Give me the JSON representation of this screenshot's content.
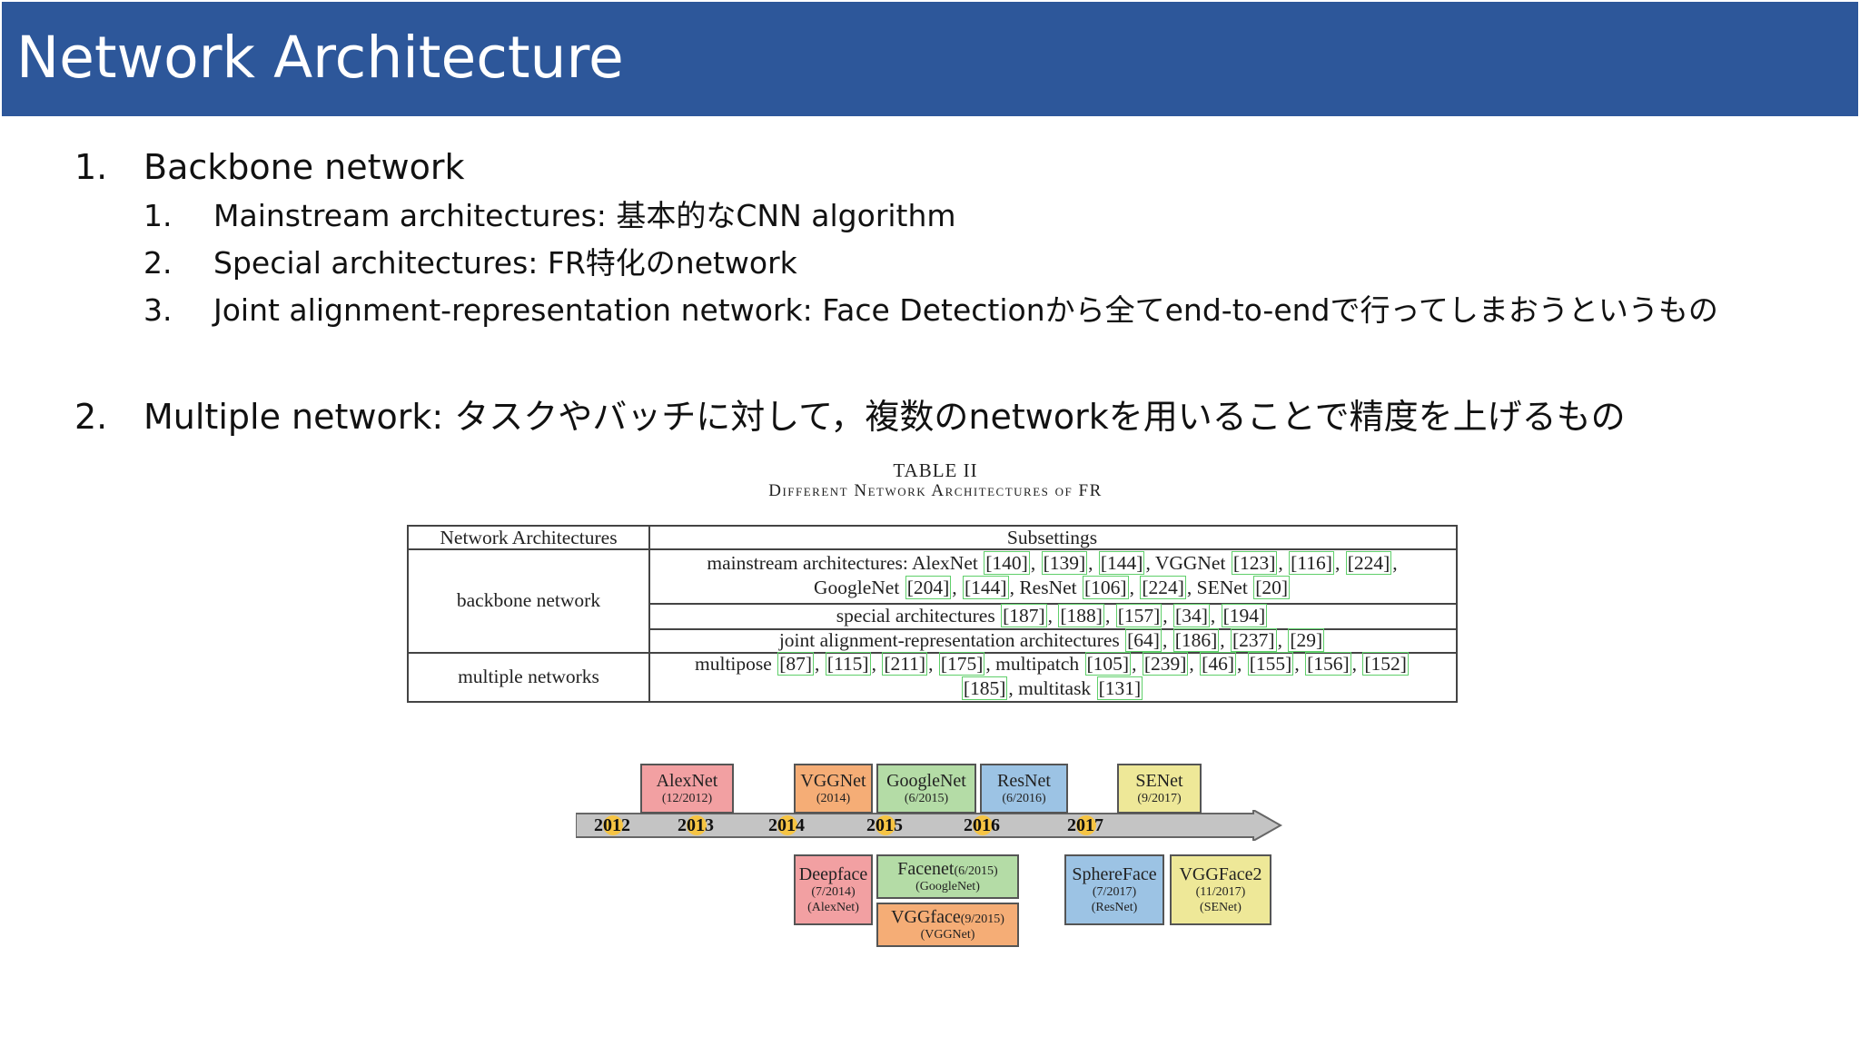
{
  "header": {
    "title": "Network Architecture"
  },
  "outline": {
    "item1": {
      "number": "1.",
      "label": "Backbone network",
      "subitems": [
        {
          "number": "1.",
          "label": "Mainstream architectures: 基本的なCNN algorithm"
        },
        {
          "number": "2.",
          "label": "Special architectures: FR特化のnetwork"
        },
        {
          "number": "3.",
          "label": "Joint alignment-representation network: Face Detectionから全てend-to-endで行ってしまおうというもの"
        }
      ]
    },
    "item2": {
      "number": "2.",
      "label": "Multiple network: タスクやバッチに対して，複数のnetworkを用いることで精度を上げるもの"
    }
  },
  "table": {
    "caption_title": "TABLE II",
    "caption_subtitle": "Different Network Architectures of FR",
    "headers": [
      "Network Architectures",
      "Subsettings"
    ],
    "rows": [
      {
        "category": "backbone network",
        "subsettings": [
          {
            "parts": [
              {
                "t": "mainstream architectures: AlexNet "
              },
              {
                "r": "[140]"
              },
              {
                "t": ", "
              },
              {
                "r": "[139]"
              },
              {
                "t": ", "
              },
              {
                "r": "[144]"
              },
              {
                "t": ", VGGNet "
              },
              {
                "r": "[123]"
              },
              {
                "t": ", "
              },
              {
                "r": "[116]"
              },
              {
                "t": ", "
              },
              {
                "r": "[224]"
              },
              {
                "t": ", "
              },
              {
                "br": true
              },
              {
                "t": "GoogleNet "
              },
              {
                "r": "[204]"
              },
              {
                "t": ", "
              },
              {
                "r": "[144]"
              },
              {
                "t": ", ResNet "
              },
              {
                "r": "[106]"
              },
              {
                "t": ", "
              },
              {
                "r": "[224]"
              },
              {
                "t": ", SENet "
              },
              {
                "r": "[20]"
              }
            ]
          },
          {
            "parts": [
              {
                "t": "special architectures "
              },
              {
                "r": "[187]"
              },
              {
                "t": ", "
              },
              {
                "r": "[188]"
              },
              {
                "t": ", "
              },
              {
                "r": "[157]"
              },
              {
                "t": ", "
              },
              {
                "r": "[34]"
              },
              {
                "t": ", "
              },
              {
                "r": "[194]"
              }
            ]
          },
          {
            "parts": [
              {
                "t": "joint alignment-representation architectures "
              },
              {
                "r": "[64]"
              },
              {
                "t": ", "
              },
              {
                "r": "[186]"
              },
              {
                "t": ", "
              },
              {
                "r": "[237]"
              },
              {
                "t": ", "
              },
              {
                "r": "[29]"
              }
            ]
          }
        ]
      },
      {
        "category": "multiple networks",
        "subsettings": [
          {
            "parts": [
              {
                "t": "multipose "
              },
              {
                "r": "[87]"
              },
              {
                "t": ", "
              },
              {
                "r": "[115]"
              },
              {
                "t": ", "
              },
              {
                "r": "[211]"
              },
              {
                "t": ", "
              },
              {
                "r": "[175]"
              },
              {
                "t": ", multipatch "
              },
              {
                "r": "[105]"
              },
              {
                "t": ", "
              },
              {
                "r": "[239]"
              },
              {
                "t": ", "
              },
              {
                "r": "[46]"
              },
              {
                "t": ", "
              },
              {
                "r": "[155]"
              },
              {
                "t": ", "
              },
              {
                "r": "[156]"
              },
              {
                "t": ", "
              },
              {
                "r": "[152]"
              },
              {
                "br": true
              },
              {
                "r": "[185]"
              },
              {
                "t": ", multitask "
              },
              {
                "r": "[131]"
              }
            ]
          }
        ]
      }
    ]
  },
  "timeline": {
    "years": [
      "2012",
      "2013",
      "2014",
      "2015",
      "2016",
      "2017"
    ],
    "above": [
      {
        "name": "AlexNet",
        "date": "(12/2012)",
        "color": "#f2a0a2"
      },
      {
        "name": "VGGNet",
        "date": "(2014)",
        "color": "#f5ad76"
      },
      {
        "name": "GoogleNet",
        "date": "(6/2015)",
        "color": "#b4dca6"
      },
      {
        "name": "ResNet",
        "date": "(6/2016)",
        "color": "#9cc3e4"
      },
      {
        "name": "SENet",
        "date": "(9/2017)",
        "color": "#eee898"
      }
    ],
    "below": [
      {
        "name": "Deepface",
        "date": "(7/2014)",
        "parent": "(AlexNet)",
        "color": "#f2a0a2"
      },
      {
        "name": "Facenet",
        "date": "(6/2015)",
        "parent": "(GoogleNet)",
        "color": "#b4dca6"
      },
      {
        "name": "VGGface",
        "date": "(9/2015)",
        "parent": "(VGGNet)",
        "color": "#f5ad76"
      },
      {
        "name": "SphereFace",
        "date": "(7/2017)",
        "parent": "(ResNet)",
        "color": "#9cc3e4"
      },
      {
        "name": "VGGFace2",
        "date": "(11/2017)",
        "parent": "(SENet)",
        "color": "#eee898"
      }
    ]
  }
}
